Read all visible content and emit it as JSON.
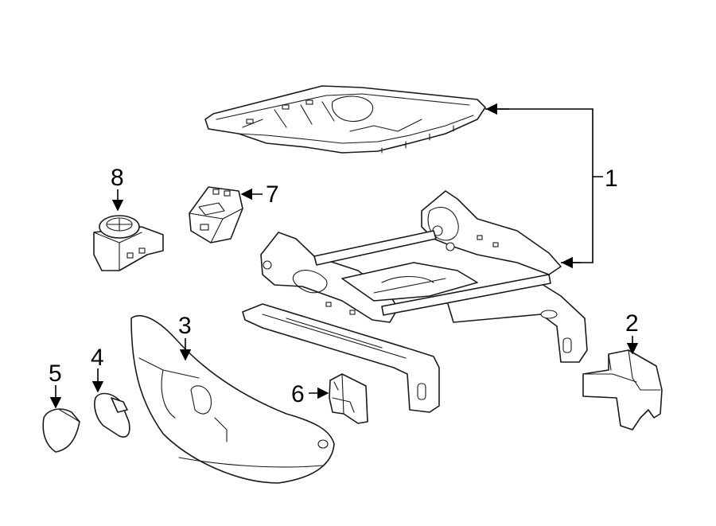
{
  "callouts": {
    "c1": "1",
    "c2": "2",
    "c3": "3",
    "c4": "4",
    "c5": "5",
    "c6": "6",
    "c7": "7",
    "c8": "8"
  },
  "colors": {
    "line": "#1a1a1a",
    "background": "#ffffff"
  }
}
